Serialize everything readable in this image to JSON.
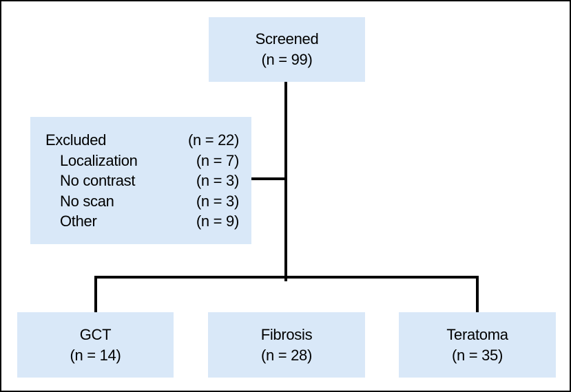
{
  "figure": {
    "type": "flow-diagram",
    "colors": {
      "background": "#ffffff",
      "border": "#000000",
      "box_fill": "#d9e8f8",
      "line": "#000000",
      "text": "#000000"
    }
  },
  "nodes": {
    "screened": {
      "label": "Screened",
      "count": "(n = 99)"
    },
    "excluded": {
      "title": {
        "label": "Excluded",
        "count": "(n = 22)"
      },
      "items": [
        {
          "label": "Localization",
          "count": "(n = 7)"
        },
        {
          "label": "No contrast",
          "count": "(n = 3)"
        },
        {
          "label": "No scan",
          "count": "(n = 3)"
        },
        {
          "label": "Other",
          "count": "(n = 9)"
        }
      ]
    },
    "outcomes": [
      {
        "label": "GCT",
        "count": "(n = 14)"
      },
      {
        "label": "Fibrosis",
        "count": "(n = 28)"
      },
      {
        "label": "Teratoma",
        "count": "(n = 35)"
      }
    ]
  }
}
